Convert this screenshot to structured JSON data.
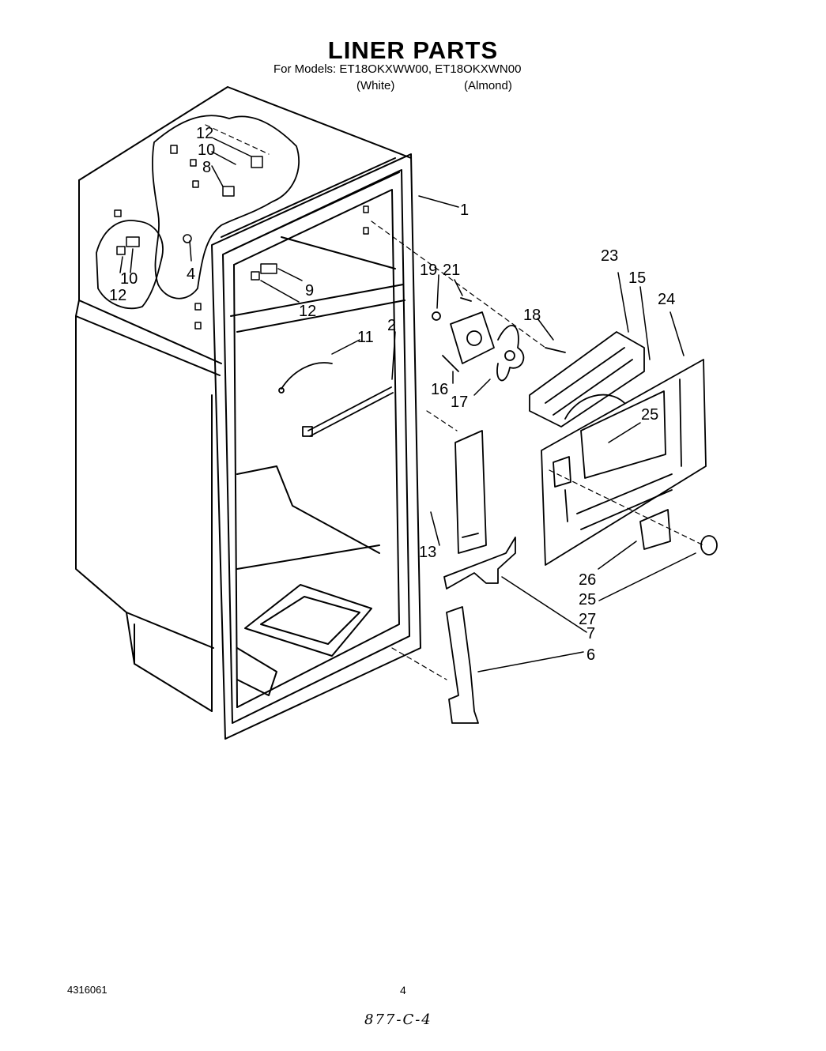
{
  "header": {
    "title": "LINER PARTS",
    "models_line": "For Models: ET18OKXWW00, ET18OKXWN00",
    "note_white": "(White)",
    "note_almond": "(Almond)"
  },
  "callouts": [
    {
      "id": "c1",
      "text": "1"
    },
    {
      "id": "c2",
      "text": "2"
    },
    {
      "id": "c4",
      "text": "4"
    },
    {
      "id": "c6",
      "text": "6"
    },
    {
      "id": "c7",
      "text": "7"
    },
    {
      "id": "c8",
      "text": "8"
    },
    {
      "id": "c9",
      "text": "9"
    },
    {
      "id": "c10a",
      "text": "10"
    },
    {
      "id": "c10b",
      "text": "10"
    },
    {
      "id": "c11",
      "text": "11"
    },
    {
      "id": "c12a",
      "text": "12"
    },
    {
      "id": "c12b",
      "text": "12"
    },
    {
      "id": "c12c",
      "text": "12"
    },
    {
      "id": "c13",
      "text": "13"
    },
    {
      "id": "c15",
      "text": "15"
    },
    {
      "id": "c16",
      "text": "16"
    },
    {
      "id": "c17",
      "text": "17"
    },
    {
      "id": "c18",
      "text": "18"
    },
    {
      "id": "c19",
      "text": "19"
    },
    {
      "id": "c21",
      "text": "21"
    },
    {
      "id": "c23",
      "text": "23"
    },
    {
      "id": "c24",
      "text": "24"
    },
    {
      "id": "c25a",
      "text": "25"
    },
    {
      "id": "c25b",
      "text": "25"
    },
    {
      "id": "c26",
      "text": "26"
    },
    {
      "id": "c27",
      "text": "27"
    }
  ],
  "footer": {
    "doc_code": "4316061",
    "page_number": "4",
    "handwritten_note": "877-C-4"
  }
}
